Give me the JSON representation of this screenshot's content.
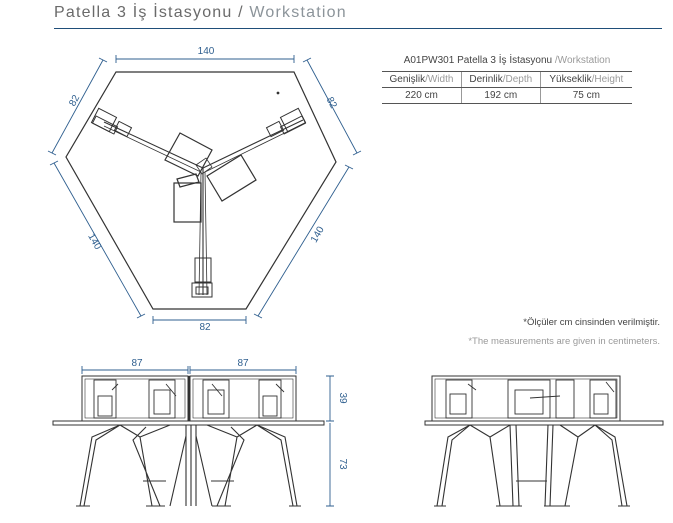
{
  "title": {
    "tr": "Patella 3 İş İstasyonu / ",
    "en": "Workstation"
  },
  "spec": {
    "code_tr": "A01PW301 Patella 3 İş İstasyonu ",
    "code_en": "/Workstation",
    "headers": [
      {
        "tr": "Genişlik",
        "en": "/Width"
      },
      {
        "tr": "Derinlik",
        "en": "/Depth"
      },
      {
        "tr": "Yükseklik",
        "en": "/Height"
      }
    ],
    "values": [
      "220 cm",
      "192 cm",
      "75 cm"
    ]
  },
  "notes": {
    "tr": "*Ölçüler cm cinsinden verilmiştir.",
    "en": "*The measurements are given in centimeters."
  },
  "plan_dims": {
    "top": "140",
    "upper_left": "82",
    "upper_right": "82",
    "lower_left": "140",
    "lower_right": "140",
    "bottom": "82"
  },
  "elevation_dims": {
    "left_span": "87",
    "right_span": "87",
    "screen_height": "39",
    "table_height": "73"
  },
  "colors": {
    "accent": "#1f4e79",
    "dimension": "#2f5f8f",
    "line": "#333333"
  }
}
